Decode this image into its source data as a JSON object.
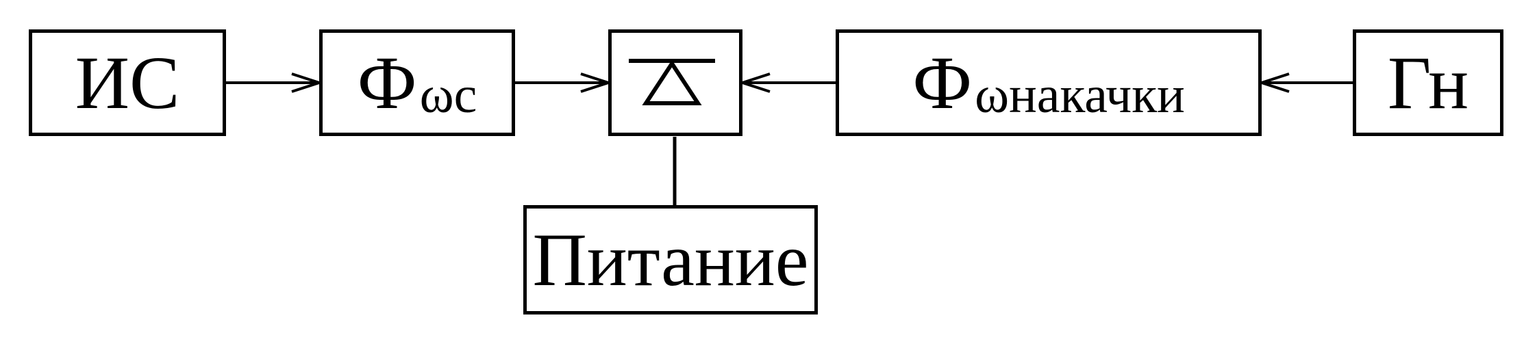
{
  "diagram": {
    "blocks": {
      "source": {
        "label": "ИС"
      },
      "filter_sig": {
        "main": "Ф",
        "sub": "ωc"
      },
      "diode": {
        "icon": "diode-icon"
      },
      "filter_pump": {
        "main": "Ф",
        "sub": "ωнакачки"
      },
      "pump_gen": {
        "label": "Гн"
      },
      "power": {
        "label": "Питание"
      }
    },
    "connections": [
      {
        "from": "source",
        "to": "filter_sig"
      },
      {
        "from": "filter_sig",
        "to": "diode"
      },
      {
        "from": "filter_pump",
        "to": "diode"
      },
      {
        "from": "pump_gen",
        "to": "filter_pump"
      },
      {
        "from": "power",
        "to": "diode"
      }
    ]
  }
}
